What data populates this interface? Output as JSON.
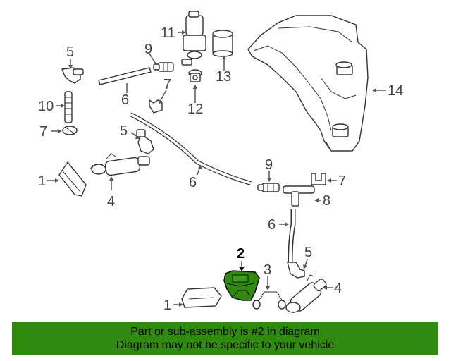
{
  "labels": {
    "l11": "11",
    "l9a": "9",
    "l13": "13",
    "l5a": "5",
    "l14": "14",
    "l6a": "6",
    "l7a": "7",
    "l12": "12",
    "l10": "10",
    "l7b": "7",
    "l5b": "5",
    "l1a": "1",
    "l4a": "4",
    "l6b": "6",
    "l9b": "9",
    "l7c": "7",
    "l8": "8",
    "l6c": "6",
    "l2": "2",
    "l5c": "5",
    "l3": "3",
    "l4b": "4",
    "l1b": "1"
  },
  "highlight_color": "#2f8a0f",
  "banner": {
    "line1": "Part or sub-assembly is #2 in diagram",
    "line2": "Diagram may not be specific to your vehicle"
  }
}
